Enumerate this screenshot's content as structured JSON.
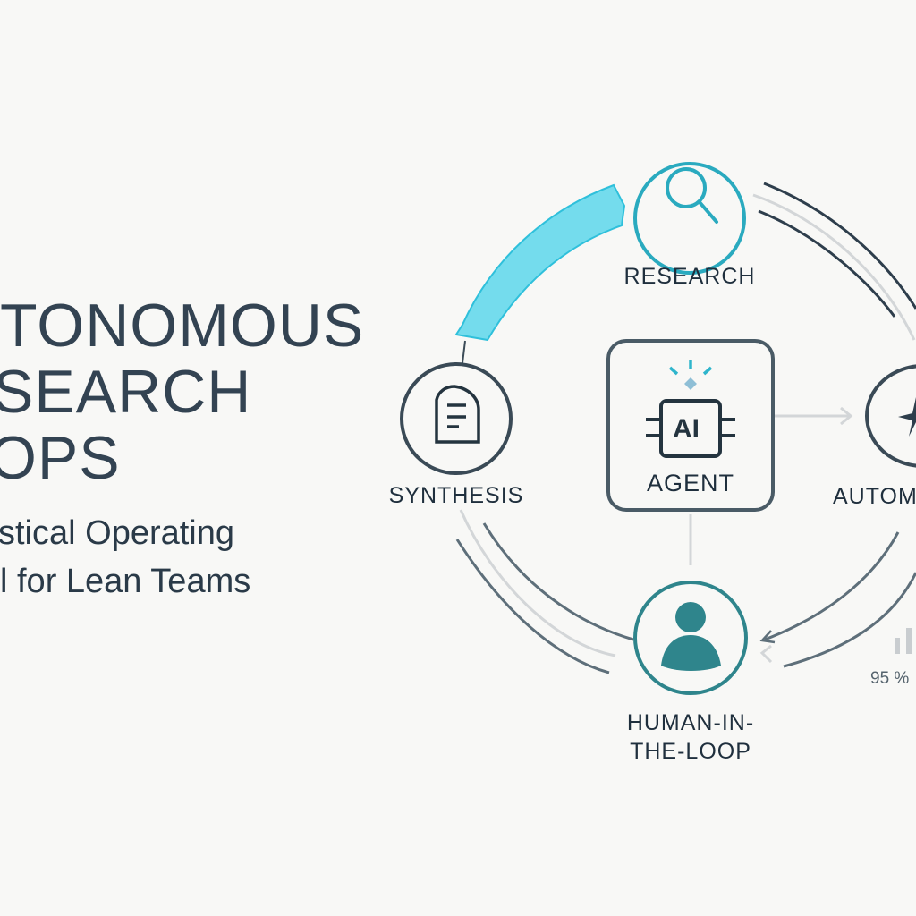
{
  "title": {
    "lines": [
      "TONOMOUS",
      "SEARCH",
      "OPS"
    ],
    "subtitle_lines": [
      "stical Operating",
      "l for Lean Teams"
    ]
  },
  "diagram": {
    "center": {
      "label_chip": "AI",
      "label": "AGENT",
      "icon": "ai-chip-icon"
    },
    "nodes": [
      {
        "label": "RESEARCH",
        "icon": "magnifier-icon"
      },
      {
        "label": "SYNTHESIS",
        "icon": "document-icon"
      },
      {
        "label_lines": [
          "HUMAN-IN-",
          "THE-LOOP"
        ],
        "icon": "person-icon"
      },
      {
        "label": "AUTOM",
        "icon": "sparkle-icon"
      }
    ],
    "metric": {
      "value": "95 %",
      "icon": "bar-chart-icon"
    }
  },
  "colors": {
    "background": "#f8f8f6",
    "dark": "#34495a",
    "teal": "#2aaabf",
    "highlight_arc": "#74dced",
    "person": "#2f858c",
    "light_line": "#d3d6d8"
  }
}
